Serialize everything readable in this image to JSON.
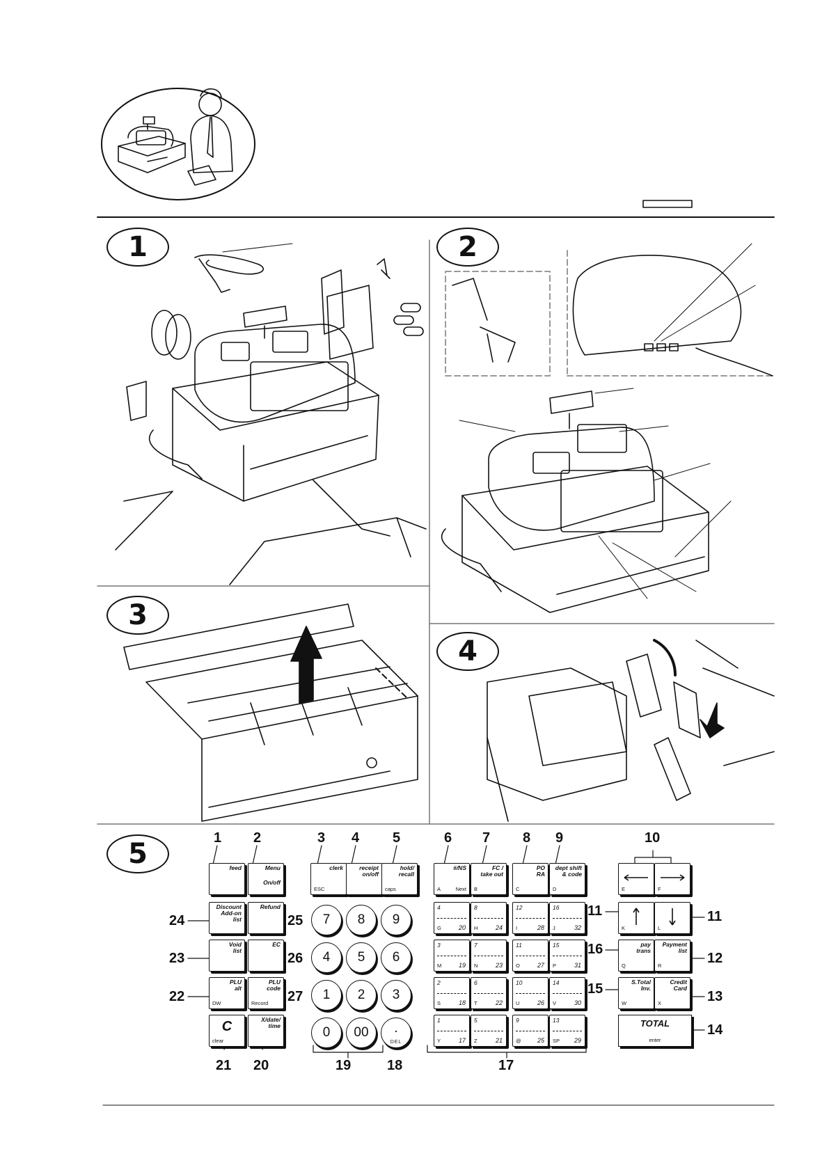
{
  "panels": {
    "p1": "1",
    "p2": "2",
    "p3": "3",
    "p4": "4",
    "p5": "5"
  },
  "callouts": {
    "n1": "1",
    "n2": "2",
    "n3": "3",
    "n4": "4",
    "n5": "5",
    "n6": "6",
    "n7": "7",
    "n8": "8",
    "n9": "9",
    "n10": "10",
    "n11a": "11",
    "n11b": "11",
    "n12": "12",
    "n13": "13",
    "n14": "14",
    "n15": "15",
    "n16": "16",
    "n17": "17",
    "n18": "18",
    "n19": "19",
    "n20": "20",
    "n21": "21",
    "n22": "22",
    "n23": "23",
    "n24": "24",
    "n25": "25",
    "n26": "26",
    "n27": "27"
  },
  "keys": {
    "feed": "feed",
    "menu": "Menu",
    "menu_sub": "On/off",
    "clerk": "clerk",
    "clerk_sub": "ESC",
    "receipt": "receipt\non/off",
    "hold": "hold/\nrecall",
    "hold_sub": "caps",
    "ns": "#/NS",
    "ns_a": "A",
    "ns_next": "Next",
    "fc": "FC /\ntake out",
    "fc_sub": "B",
    "po": "PO\nRA",
    "po_sub": "C",
    "dept": "dept shift\n& code",
    "dept_sub": "D",
    "discount": "Discount\nAdd-on\nlist",
    "refund": "Refund",
    "void": "Void\nlist",
    "ec": "EC",
    "plu_alt": "PLU\nalt",
    "plu_alt_sub": "DW",
    "plu_code": "PLU\ncode",
    "plu_code_sub": "Record",
    "clear": "C",
    "clear_sub": "clear",
    "xdate": "X/date/\ntime",
    "left_sub": "E",
    "right_sub": "F",
    "up_sub": "K",
    "down_sub": "L",
    "pay": "pay\ntrans",
    "pay_sub": "Q",
    "payment": "Payment\nlist",
    "payment_sub": "R",
    "stotal": "S.Total\nInv.",
    "stotal_sub": "W",
    "credit": "Credit\nCard",
    "credit_sub": "X",
    "total": "TOTAL",
    "total_sub": "enter"
  },
  "numpad": [
    "7",
    "8",
    "9",
    "4",
    "5",
    "6",
    "1",
    "2",
    "3",
    "0",
    "00",
    "."
  ],
  "numpad_dot_sub": "DEL",
  "dept_keys": [
    [
      "4",
      "G",
      "20"
    ],
    [
      "8",
      "H",
      "24"
    ],
    [
      "12",
      "I",
      "28"
    ],
    [
      "16",
      "J",
      "32"
    ],
    [
      "3",
      "M",
      "19"
    ],
    [
      "7",
      "N",
      "23"
    ],
    [
      "11",
      "O",
      "27"
    ],
    [
      "15",
      "P",
      "31"
    ],
    [
      "2",
      "S",
      "18"
    ],
    [
      "6",
      "T",
      "22"
    ],
    [
      "10",
      "U",
      "26"
    ],
    [
      "14",
      "V",
      "30"
    ],
    [
      "1",
      "Y",
      "17"
    ],
    [
      "5",
      "Z",
      "21"
    ],
    [
      "9",
      "@",
      "25"
    ],
    [
      "13",
      "SP",
      "29"
    ]
  ]
}
